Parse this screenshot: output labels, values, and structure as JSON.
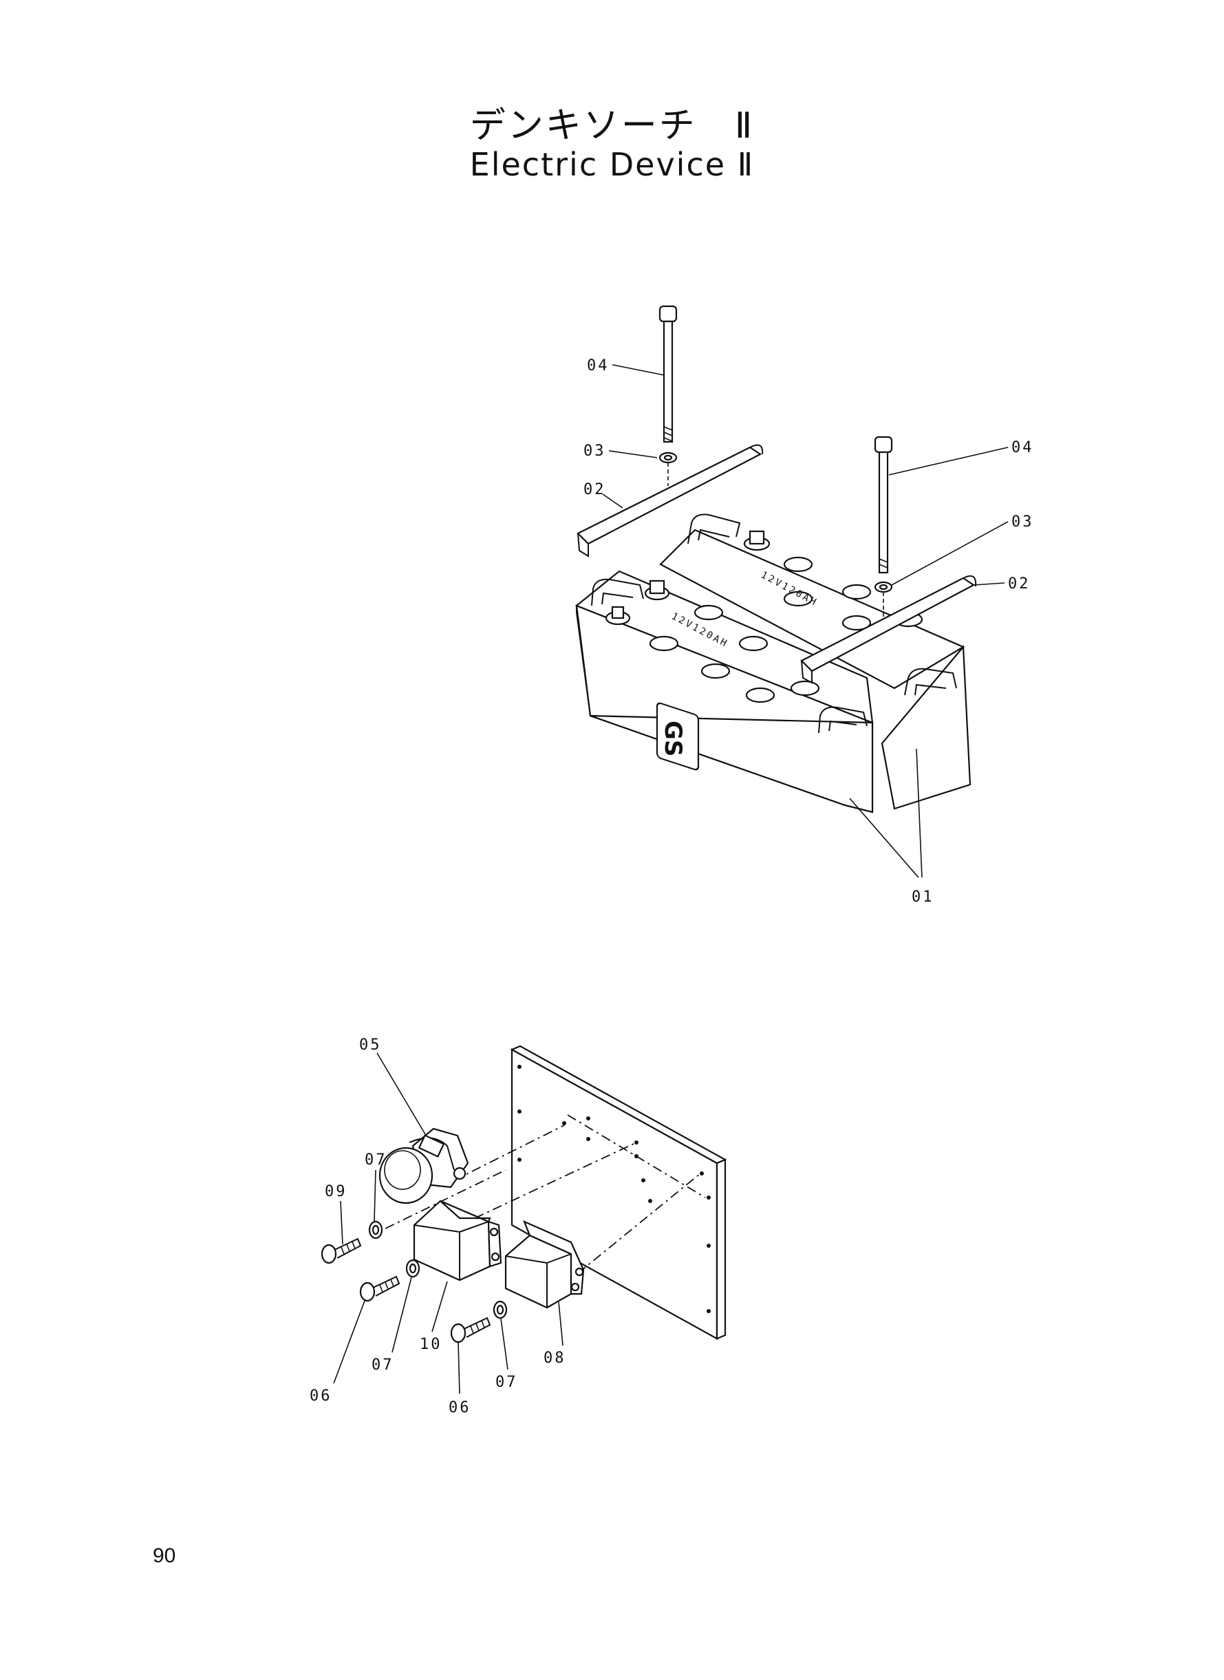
{
  "header": {
    "title_jp": "デンキソーチ　Ⅱ",
    "title_en": "Electric Device Ⅱ"
  },
  "callouts": {
    "c01": "01",
    "c02a": "02",
    "c02b": "02",
    "c03a": "03",
    "c03b": "03",
    "c04a": "04",
    "c04b": "04",
    "c05": "05",
    "c06a": "06",
    "c06b": "06",
    "c07a": "07",
    "c07b": "07",
    "c07c": "07",
    "c08": "08",
    "c09": "09",
    "c10": "10"
  },
  "battery": {
    "brand": "GS",
    "rating_text": "12V120AH"
  },
  "footer": {
    "page_number": "90"
  }
}
